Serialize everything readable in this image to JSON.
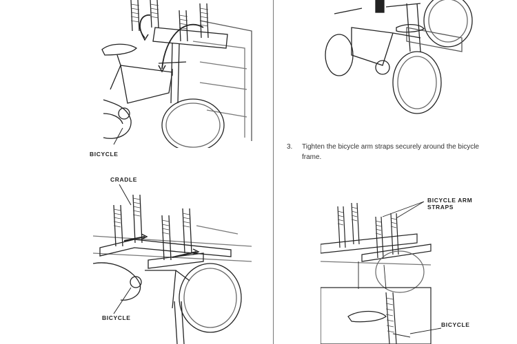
{
  "labels": {
    "top_left_bicycle": "BICYCLE",
    "cradle": "CRADLE",
    "bottom_left_bicycle": "BICYCLE",
    "bicycle_arm_straps": "BICYCLE ARM\nSTRAPS",
    "bottom_right_bicycle": "BICYCLE"
  },
  "step": {
    "number": "3.",
    "text": "Tighten the bicycle arm straps securely around the bicycle frame."
  }
}
